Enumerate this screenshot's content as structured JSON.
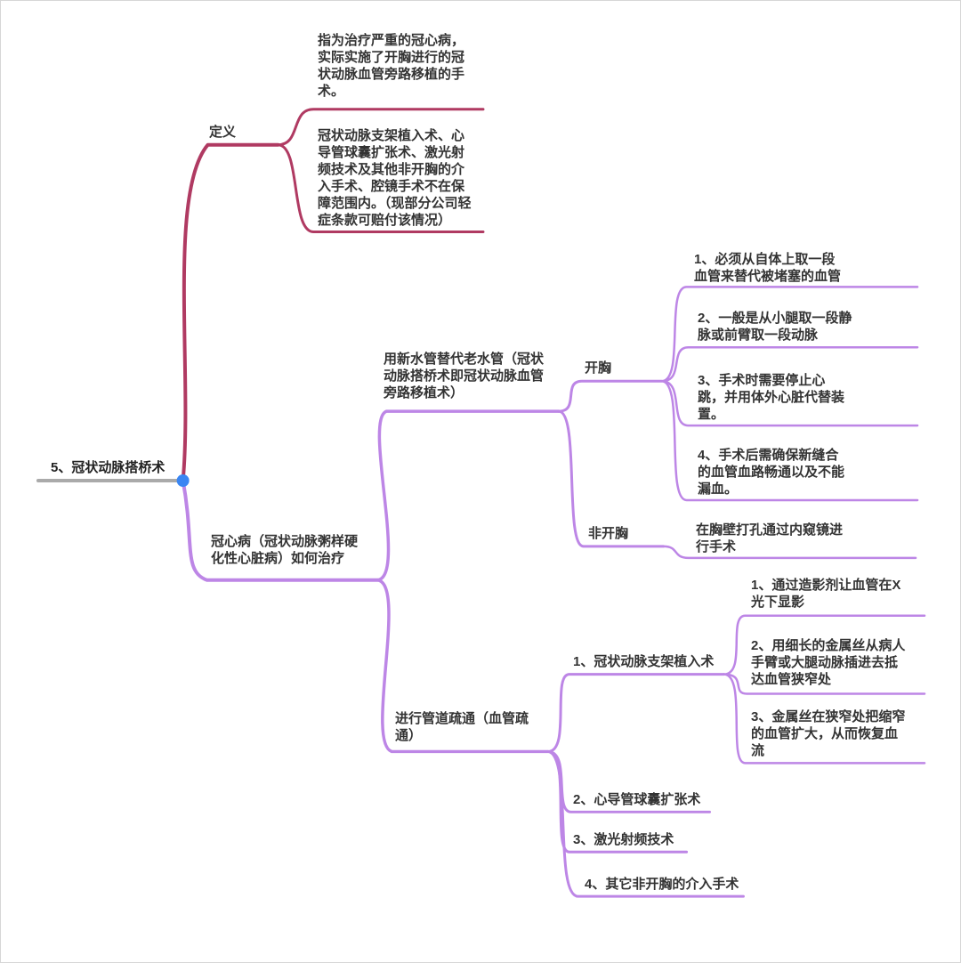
{
  "root": {
    "label": "5、冠状动脉搭桥术"
  },
  "definition": {
    "label": "定义",
    "summary": "指为治疗严重的冠心病，实际实施了开胸进行的冠状动脉血管旁路移植的手术。",
    "exclusions": "冠状动脉支架植入术、心导管球囊扩张术、激光射频技术及其他非开胸的介入手术、腔镜手术不在保障范围内。（现部分公司轻症条款可赔付该情况）"
  },
  "treatment": {
    "label": "冠心病（冠状动脉粥样硬化性心脏病）如何治疗",
    "bypass": {
      "label": "用新水管替代老水管（冠状动脉搭桥术即冠状动脉血管旁路移植术）",
      "open_chest": {
        "label": "开胸",
        "steps": [
          "1、必须从自体上取一段血管来替代被堵塞的血管",
          "2、一般是从小腿取一段静脉或前臂取一段动脉",
          "3、手术时需要停止心跳，并用体外心脏代替装置。",
          "4、手术后需确保新缝合的血管血路畅通以及不能漏血。"
        ]
      },
      "non_open_chest": {
        "label": "非开胸",
        "note": "在胸壁打孔通过内窥镜进行手术"
      }
    },
    "dredge": {
      "label": "进行管道疏通（血管疏通）",
      "methods": [
        {
          "label": "1、冠状动脉支架植入术",
          "steps": [
            "1、通过造影剂让血管在X光下显影",
            "2、用细长的金属丝从病人手臂或大腿动脉插进去抵达血管狭窄处",
            "3、金属丝在狭窄处把缩窄的血管扩大，从而恢复血流"
          ]
        },
        {
          "label": "2、心导管球囊扩张术"
        },
        {
          "label": "3、激光射频技术"
        },
        {
          "label": "4、其它非开胸的介入手术"
        }
      ]
    }
  },
  "colors": {
    "definition_branch": "#b03a62",
    "treatment_branch": "#bd86e6",
    "root_line": "#aaaaaa",
    "root_dot": "#3a86f3"
  }
}
